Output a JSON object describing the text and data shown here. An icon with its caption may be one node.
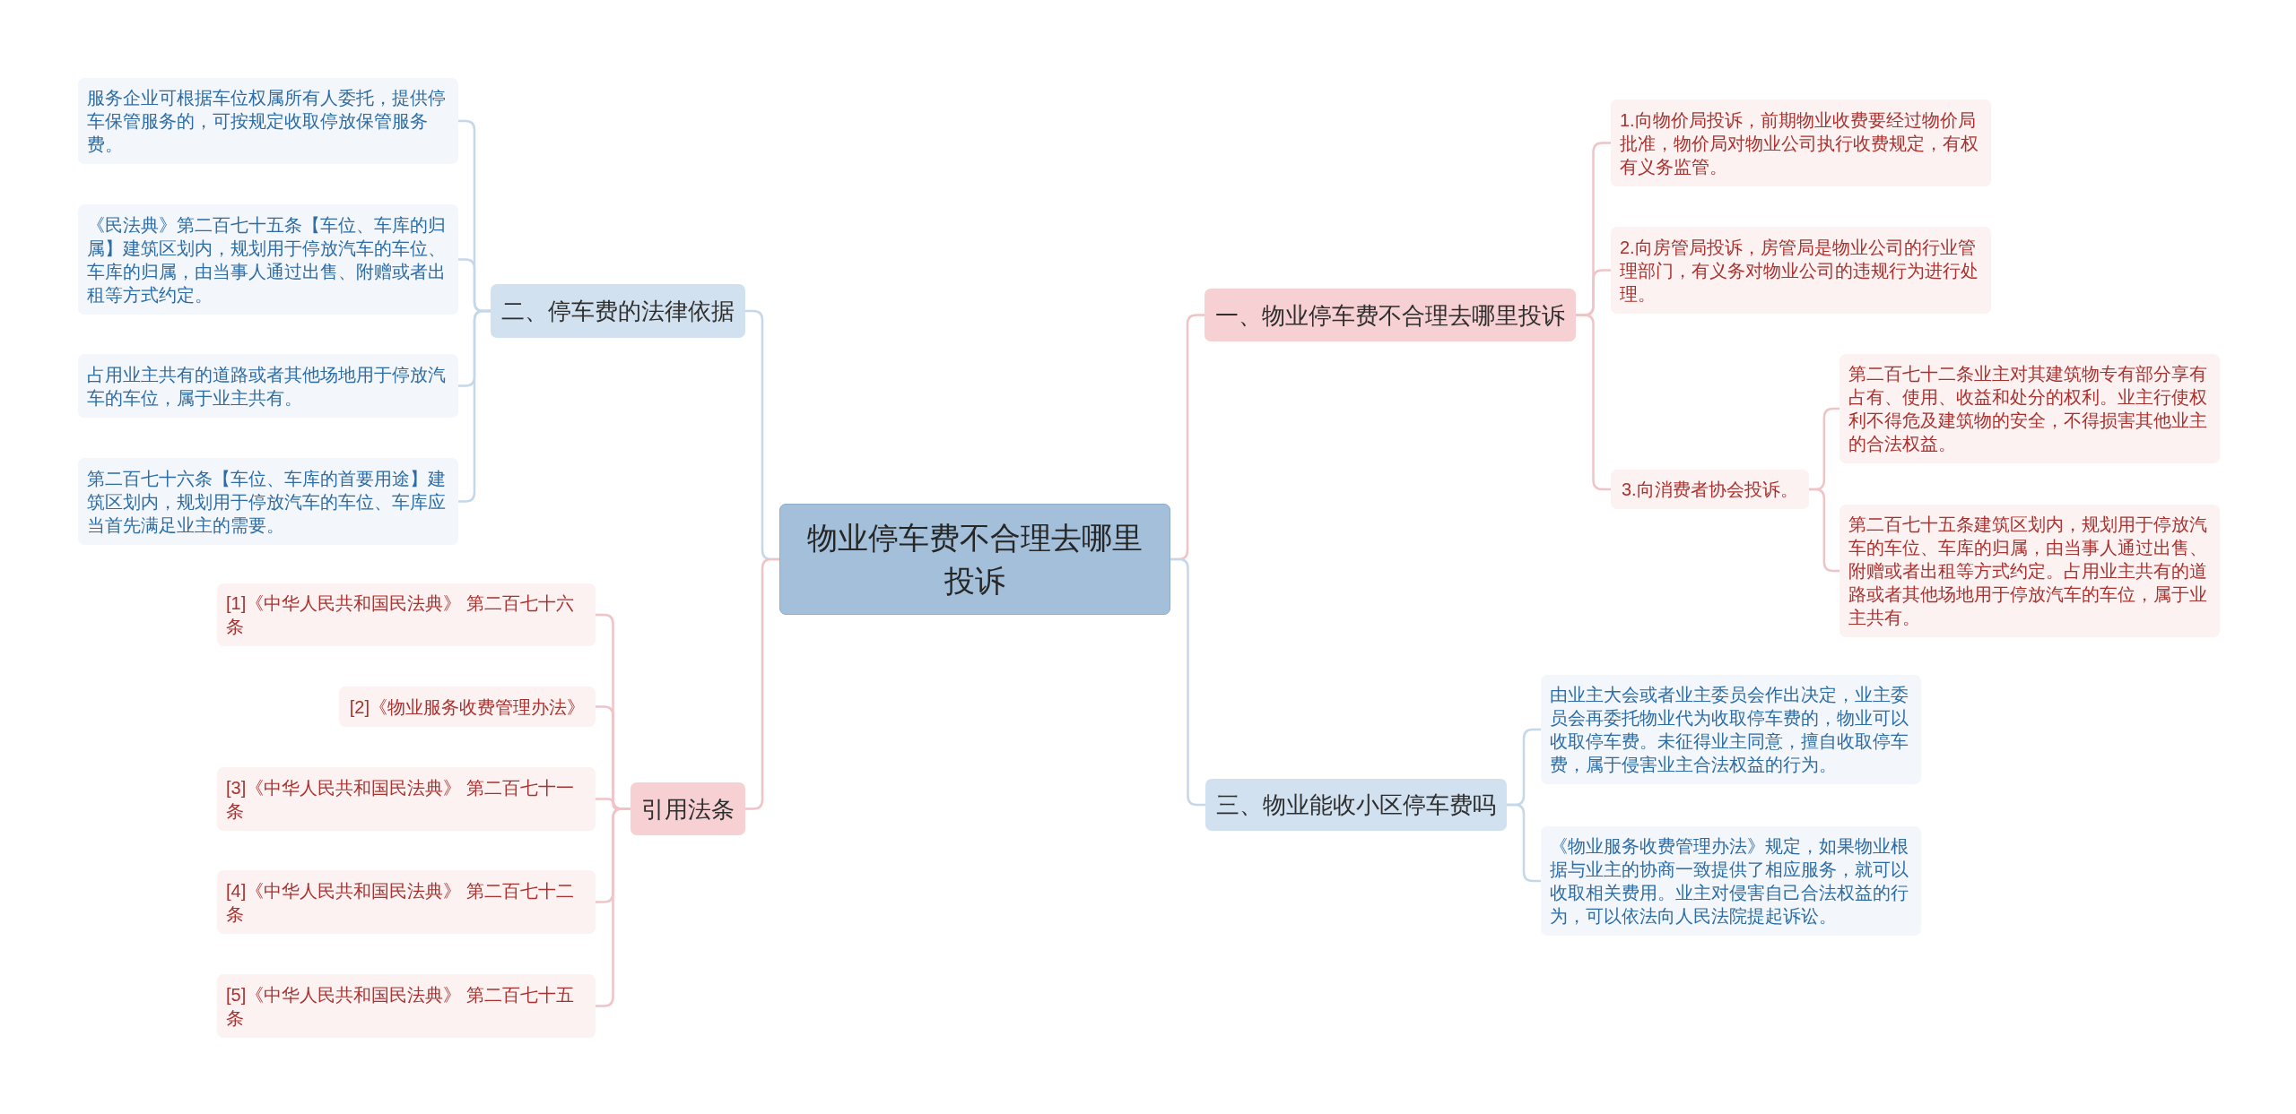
{
  "diagram": {
    "nodes": [
      {
        "text": [
          "物业停车费不合理去哪里投诉"
        ]
      },
      {
        "text": [
          "一、物业停车费不合理去哪里投诉"
        ]
      },
      {
        "text": [
          "1.向物价局投诉，前期物业收费要经过物价局批准，物价局对物业公司执行收费规定，有权有义务监管。"
        ]
      },
      {
        "text": [
          "2.向房管局投诉，房管局是物业公司的行业管理部门，有义务对物业公司的违规行为进行处理。"
        ]
      },
      {
        "text": [
          "3.向消费者协会投诉。"
        ]
      },
      {
        "text": [
          "第二百七十二条业主对其建筑物专有部分享有占有、使用、收益和处分的权利。业主行使权利不得危及建筑物的安全，不得损害其他业主的合法权益。"
        ]
      },
      {
        "text": [
          "第二百七十五条建筑区划内，规划用于停放汽车的车位、车库的归属，由当事人通过出售、附赠或者出租等方式约定。占用业主共有的道路或者其他场地用于停放汽车的车位，属于业主共有。"
        ]
      },
      {
        "text": [
          "二、停车费的法律依据"
        ]
      },
      {
        "text": [
          "服务企业可根据车位权属所有人委托，提供停车保管服务的，可按规定收取停放保管服务费。"
        ]
      },
      {
        "text": [
          "《民法典》第二百七十五条【车位、车库的归属】建筑区划内，规划用于停放汽车的车位、车库的归属，由当事人通过出售、附赠或者出租等方式约定。"
        ]
      },
      {
        "text": [
          "占用业主共有的道路或者其他场地用于停放汽车的车位，属于业主共有。"
        ]
      },
      {
        "text": [
          "第二百七十六条【车位、车库的首要用途】建筑区划内，规划用于停放汽车的车位、车库应当首先满足业主的需要。"
        ]
      },
      {
        "text": [
          "三、物业能收小区停车费吗"
        ]
      },
      {
        "text": [
          "由业主大会或者业主委员会作出决定，业主委员会再委托物业代为收取停车费的，物业可以收取停车费。未征得业主同意，擅自收取停车费，属于侵害业主合法权益的行为。"
        ]
      },
      {
        "text": [
          "《物业服务收费管理办法》规定，如果物业根据与业主的协商一致提供了相应服务，就可以收取相关费用。业主对侵害自己合法权益的行为，可以依法向人民法院提起诉讼。"
        ]
      },
      {
        "text": [
          "引用法条"
        ]
      },
      {
        "text": [
          "[1]《中华人民共和国民法典》 第二百七十六条"
        ]
      },
      {
        "text": [
          "[2]《物业服务收费管理办法》"
        ]
      },
      {
        "text": [
          "[3]《中华人民共和国民法典》 第二百七十一条"
        ]
      },
      {
        "text": [
          "[4]《中华人民共和国民法典》 第二百七十二条"
        ]
      },
      {
        "text": [
          "[5]《中华人民共和国民法典》 第二百七十五条"
        ]
      }
    ],
    "edges": [
      {
        "from": 0,
        "to": 1,
        "arrow": "none"
      },
      {
        "from": 1,
        "to": 2,
        "arrow": "none"
      },
      {
        "from": 1,
        "to": 3,
        "arrow": "none"
      },
      {
        "from": 1,
        "to": 4,
        "arrow": "none"
      },
      {
        "from": 4,
        "to": 5,
        "arrow": "none"
      },
      {
        "from": 4,
        "to": 6,
        "arrow": "none"
      },
      {
        "from": 0,
        "to": 7,
        "arrow": "none",
        "color": "#c5d8ea"
      },
      {
        "from": 7,
        "to": 8,
        "arrow": "none",
        "color": "#c5d8ea"
      },
      {
        "from": 7,
        "to": 9,
        "arrow": "none",
        "color": "#c5d8ea"
      },
      {
        "from": 7,
        "to": 10,
        "arrow": "none",
        "color": "#c5d8ea"
      },
      {
        "from": 7,
        "to": 11,
        "arrow": "none",
        "color": "#c5d8ea"
      },
      {
        "from": 0,
        "to": 12,
        "arrow": "none",
        "color": "#c5d8ea"
      },
      {
        "from": 12,
        "to": 13,
        "arrow": "none",
        "color": "#c5d8ea"
      },
      {
        "from": 12,
        "to": 14,
        "arrow": "none",
        "color": "#c5d8ea"
      },
      {
        "from": 0,
        "to": 15,
        "arrow": "none"
      },
      {
        "from": 15,
        "to": 16,
        "arrow": "none"
      },
      {
        "from": 15,
        "to": 17,
        "arrow": "none"
      },
      {
        "from": 15,
        "to": 18,
        "arrow": "none"
      },
      {
        "from": 15,
        "to": 19,
        "arrow": "none"
      },
      {
        "from": 15,
        "to": 20,
        "arrow": "none"
      }
    ]
  }
}
